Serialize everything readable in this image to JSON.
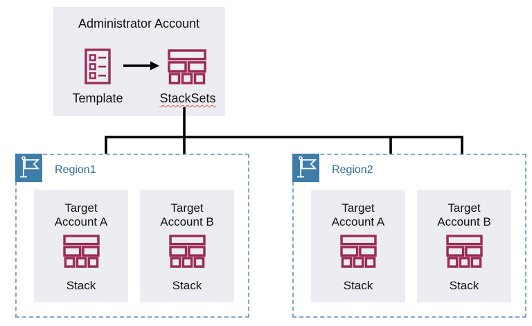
{
  "admin_account": {
    "title": "Administrator Account",
    "template_label": "Template",
    "stacksets_label": "StackSets"
  },
  "regions": [
    {
      "label": "Region1",
      "accounts": [
        {
          "line1": "Target",
          "line2": "Account A",
          "stack_label": "Stack"
        },
        {
          "line1": "Target",
          "line2": "Account B",
          "stack_label": "Stack"
        }
      ]
    },
    {
      "label": "Region2",
      "accounts": [
        {
          "line1": "Target",
          "line2": "Account A",
          "stack_label": "Stack"
        },
        {
          "line1": "Target",
          "line2": "Account B",
          "stack_label": "Stack"
        }
      ]
    }
  ],
  "icons": {
    "template": "template-icon",
    "stacksets": "stackset-icon",
    "stack": "stack-icon",
    "region_flag": "flag-icon",
    "flow": "arrow-icon"
  },
  "colors": {
    "icon_maroon": "#9D2B57",
    "box_gray": "#ECEDF2",
    "flag_blue": "#3E7DA8",
    "region_text_blue": "#2E6A9E",
    "dashed_border_blue": "#7FA6CC",
    "arrow_black": "#000000",
    "spellcheck_red": "#E2564A",
    "background": "#FFFFFF"
  }
}
